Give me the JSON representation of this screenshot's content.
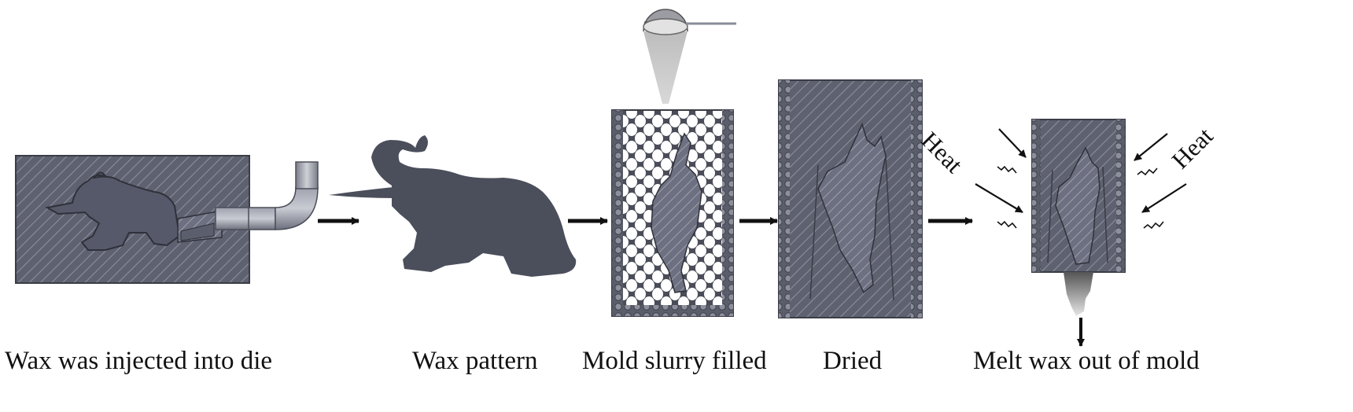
{
  "steps": [
    {
      "label": "Wax was injected into die"
    },
    {
      "label": "Wax pattern"
    },
    {
      "label": "Mold slurry filled"
    },
    {
      "label": "Dried"
    },
    {
      "label": "Melt wax out of mold"
    }
  ],
  "heat_labels": {
    "left": "Heat",
    "right": "Heat"
  },
  "colors": {
    "mold": "#5e6170",
    "hatch": "#8b8e9c",
    "wax": "#4b4e5b",
    "slurry": "#b9b9b9"
  }
}
